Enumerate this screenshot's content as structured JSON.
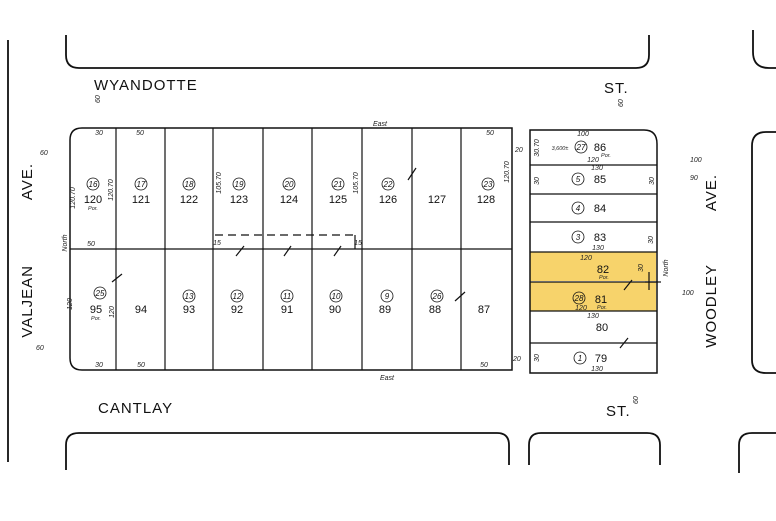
{
  "streets": {
    "north": "WYANDOTTE",
    "north_st": "ST.",
    "south": "CANTLAY",
    "south_st": "ST.",
    "west_name": "VALJEAN",
    "west_ave": "AVE.",
    "east_name": "WOODLEY",
    "east_ave": "AVE."
  },
  "labels": {
    "east_top": "East",
    "east_bottom": "East",
    "north_left": "North",
    "north_right": "North",
    "por": "Por.",
    "area_86": "3,600±"
  },
  "west_block": {
    "top_lots": [
      {
        "lot": "120",
        "parcel": "16",
        "por": true
      },
      {
        "lot": "121",
        "parcel": "17"
      },
      {
        "lot": "122",
        "parcel": "18"
      },
      {
        "lot": "123",
        "parcel": "19"
      },
      {
        "lot": "124",
        "parcel": "20"
      },
      {
        "lot": "125",
        "parcel": "21"
      },
      {
        "lot": "126",
        "parcel": "22"
      },
      {
        "lot": "127",
        "parcel": ""
      },
      {
        "lot": "128",
        "parcel": "23"
      }
    ],
    "bottom_lots": [
      {
        "lot": "95",
        "parcel": "25",
        "por": true
      },
      {
        "lot": "94",
        "parcel": ""
      },
      {
        "lot": "93",
        "parcel": "13"
      },
      {
        "lot": "92",
        "parcel": "12"
      },
      {
        "lot": "91",
        "parcel": "11"
      },
      {
        "lot": "90",
        "parcel": "10"
      },
      {
        "lot": "89",
        "parcel": "9"
      },
      {
        "lot": "88",
        "parcel": "26"
      },
      {
        "lot": "87",
        "parcel": ""
      }
    ],
    "dims": {
      "d50a": "50",
      "d50b": "50",
      "d50c": "50",
      "d50d": "50",
      "d50e": "50",
      "d30a": "30",
      "d30b": "30",
      "d120a": "120",
      "d120b": "120",
      "d12070a": "120.70",
      "d12070b": "120.70",
      "d12070c": "120.70",
      "d10570": "105.70",
      "d10570b": "105.70",
      "d15a": "15",
      "d15b": "15",
      "d60a": "60",
      "d60b": "60",
      "d60c": "60",
      "d60d": "60"
    }
  },
  "east_block": {
    "lots": [
      {
        "lot": "86",
        "parcel": "27",
        "por": true
      },
      {
        "lot": "85",
        "parcel": "5"
      },
      {
        "lot": "84",
        "parcel": "4"
      },
      {
        "lot": "83",
        "parcel": "3"
      },
      {
        "lot": "82",
        "parcel": "",
        "por": true,
        "highlight": true
      },
      {
        "lot": "81",
        "parcel": "28",
        "por": true,
        "highlight": true
      },
      {
        "lot": "80",
        "parcel": ""
      },
      {
        "lot": "79",
        "parcel": "1"
      }
    ],
    "dims": {
      "d100": "100",
      "d120a": "120",
      "d120b": "120",
      "d120c": "120",
      "d130a": "130",
      "d130b": "130",
      "d130c": "130",
      "d130d": "130",
      "d30a": "30",
      "d30b": "30",
      "d30c": "30",
      "d30d": "30",
      "d30e": "30",
      "d20a": "20",
      "d20b": "20",
      "d3070": "30.70",
      "d100r": "100",
      "d90r": "90",
      "d100s": "100",
      "d60r": "60"
    }
  },
  "colors": {
    "highlight": "#f7d36b",
    "line": "#111111"
  }
}
